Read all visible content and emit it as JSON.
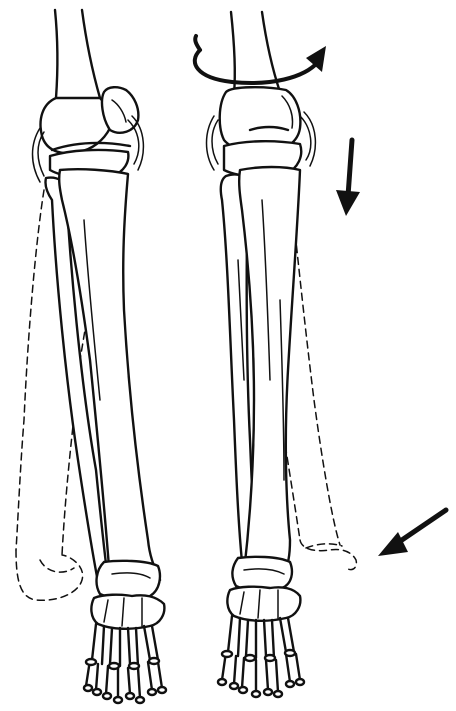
{
  "figure": {
    "ink_color": "#111111",
    "background_color": "#ffffff",
    "panels": [
      {
        "name": "left-leg",
        "icon": "leg-skeleton-neutral"
      },
      {
        "name": "right-leg",
        "icon": "leg-skeleton-rotated"
      }
    ],
    "arrows": [
      "curved-rotation-arrow",
      "downward-arrow",
      "diagonal-arrow"
    ]
  }
}
